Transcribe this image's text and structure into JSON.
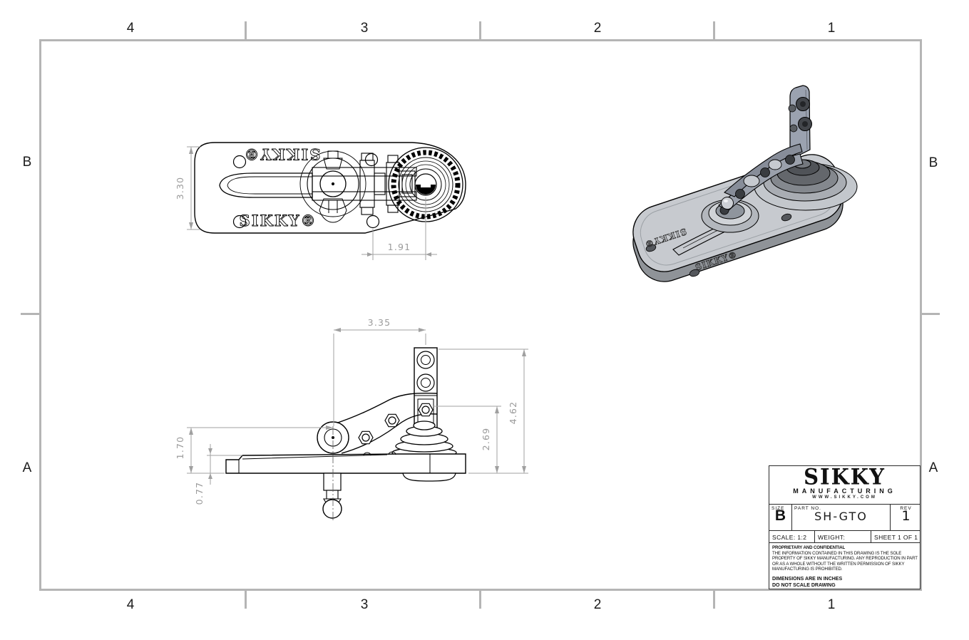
{
  "sheet": {
    "zones_top": [
      "4",
      "3",
      "2",
      "1"
    ],
    "zones_bottom": [
      "4",
      "3",
      "2",
      "1"
    ],
    "zones_left": [
      "B",
      "A"
    ],
    "zones_right": [
      "B",
      "A"
    ],
    "border_color": "#b5b5b5"
  },
  "views": {
    "top_view": {
      "engraving_top": "SIKKY®",
      "engraving_bottom": "SIKKY®",
      "dim_plate_width": "3.30",
      "dim_hole_to_center": "1.91"
    },
    "side_view": {
      "dim_arm_offset": "3.35",
      "dim_overall_height": "4.62",
      "dim_bolt_height": "2.69",
      "dim_pivot_height": "1.70",
      "dim_plate_thickness": "0.77"
    },
    "iso_view": {
      "engraving": "SIKKY®",
      "engraving_rotated": "SIKKY®"
    }
  },
  "title_block": {
    "logo_name": "SIKKY",
    "logo_sub": "MANUFACTURING",
    "logo_web": "WWW.SIKKY.COM",
    "size_label": "SIZE",
    "size_value": "B",
    "part_label": "PART NO.",
    "part_value": "SH-GTO",
    "rev_label": "REV",
    "rev_value": "1",
    "scale_text": "SCALE: 1:2",
    "weight_text": "WEIGHT:",
    "sheet_text": "SHEET 1 OF 1",
    "proprietary": [
      "PROPRIETARY AND CONFIDENTIAL",
      "THE INFORMATION CONTAINED IN THIS DRAWING IS THE SOLE",
      "PROPERTY OF SIKKY MANUFACTURING.  ANY REPRODUCTION IN PART",
      "OR AS A WHOLE WITHOUT THE WRITTEN PERMISSION OF SIKKY",
      "MANUFACTURING IS PROHIBITED."
    ],
    "notes": [
      "DIMENSIONS ARE IN INCHES",
      "DO NOT SCALE DRAWING"
    ]
  }
}
